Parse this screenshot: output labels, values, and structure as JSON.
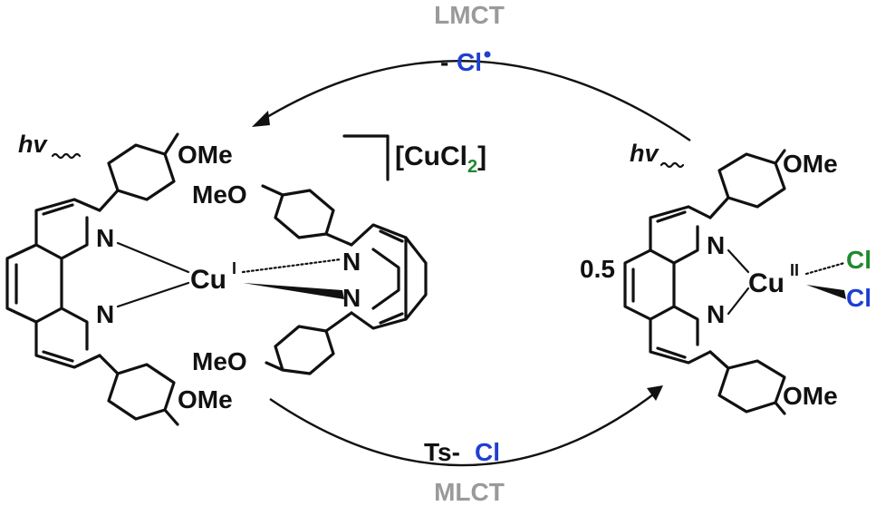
{
  "colors": {
    "gray": "#9a9a9a",
    "black": "#111111",
    "blue": "#1f3fd1",
    "green": "#1e8a2e"
  },
  "top_arrow": {
    "label": "LMCT",
    "minus": "-",
    "species": "Cl"
  },
  "bottom_arrow": {
    "label": "MLCT",
    "reagent_prefix": "Ts-",
    "reagent_atom": "Cl"
  },
  "left_complex": {
    "hv": "hv",
    "ome_top": "OMe",
    "ome_bottom": "OMe",
    "meo_upper": "MeO",
    "meo_lower": "MeO",
    "n_labels": [
      "N",
      "N",
      "N",
      "N"
    ],
    "metal": "Cu",
    "oxidation": "I",
    "counter_ion_open": "[CuCl",
    "counter_ion_sub": "2",
    "counter_ion_close": "]"
  },
  "right_complex": {
    "coefficient": "0.5",
    "hv": "hv",
    "ome_top": "OMe",
    "ome_bottom": "OMe",
    "n_labels": [
      "N",
      "N"
    ],
    "metal": "Cu",
    "oxidation": "II",
    "cl_upper": "Cl",
    "cl_lower": "Cl"
  }
}
